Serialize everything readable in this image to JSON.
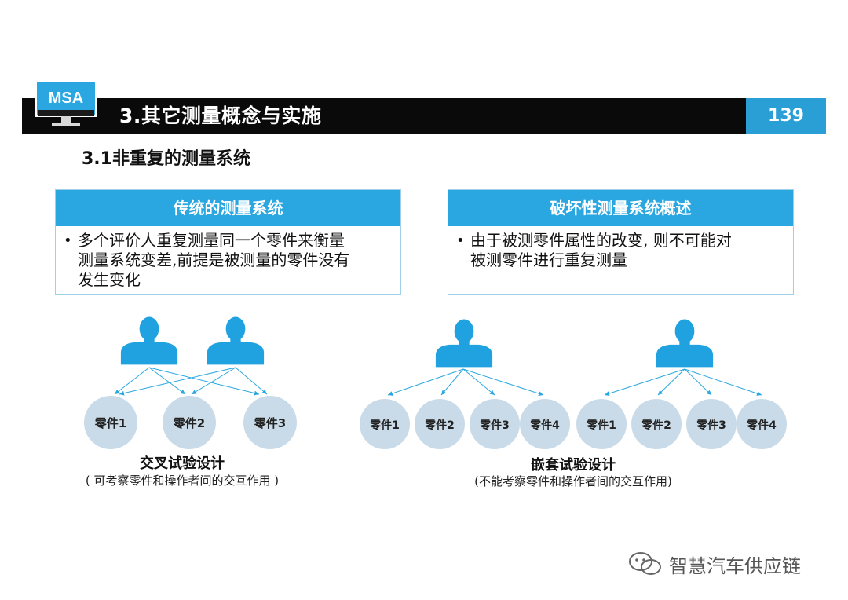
{
  "header": {
    "logo_text": "MSA",
    "title": "3.其它测量概念与实施",
    "page_number": "139"
  },
  "section": {
    "title": "3.1非重复的测量系统"
  },
  "left_box": {
    "heading": "传统的测量系统",
    "bullet": "•",
    "lines": [
      "多个评价人重复测量同一个零件来衡量",
      "测量系统变差,前提是被测量的零件没有",
      "发生变化"
    ]
  },
  "right_box": {
    "heading": "破坏性测量系统概述",
    "bullet": "•",
    "lines": [
      "由于被测零件属性的改变, 则不可能对",
      "被测零件进行重复测量"
    ]
  },
  "left_diagram": {
    "parts": [
      "零件1",
      "零件2",
      "零件3"
    ],
    "caption": "交叉试验设计",
    "subcaption": "( 可考察零件和操作者间的交互作用 )"
  },
  "right_diagram": {
    "parts": [
      "零件1",
      "零件2",
      "零件3",
      "零件4",
      "零件1",
      "零件2",
      "零件3",
      "零件4"
    ],
    "caption": "嵌套试验设计",
    "subcaption": "(不能考察零件和操作者间的交互作用)"
  },
  "watermark": {
    "text": "智慧汽车供应链"
  },
  "colors": {
    "accent": "#2aa7e0",
    "header_bg": "#0a0a0a",
    "part_circle": "#c9dbe8",
    "person": "#1fa2df"
  }
}
